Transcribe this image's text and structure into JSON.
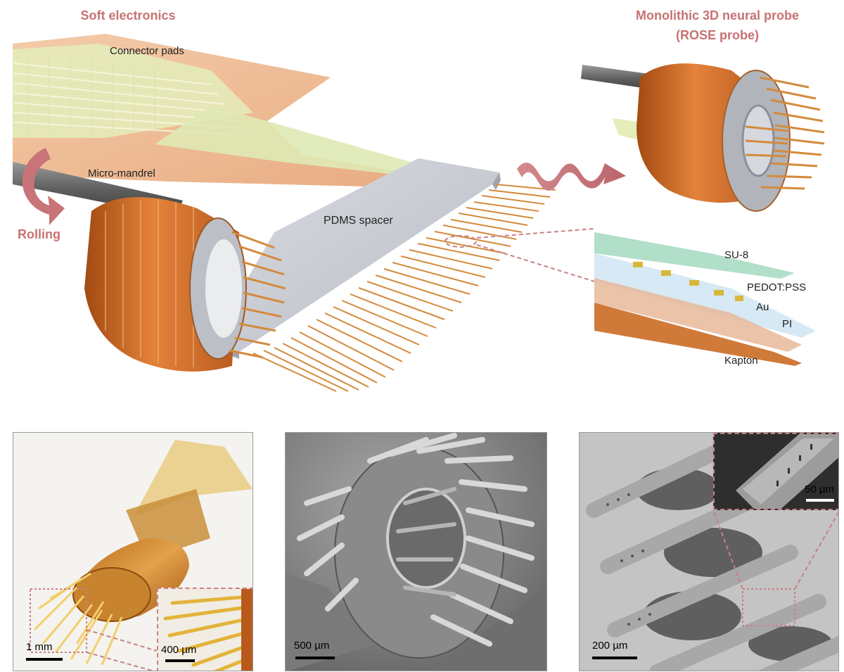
{
  "top": {
    "title_left": "Soft electronics",
    "title_right_line1": "Monolithic 3D neural probe",
    "title_right_line2": "(ROSE probe)",
    "connector_pads": "Connector pads",
    "micro_mandrel": "Micro-mandrel",
    "rolling": "Rolling",
    "pdms_spacer": "PDMS spacer",
    "layers": {
      "su8": "SU-8",
      "pedot": "PEDOT:PSS",
      "au": "Au",
      "pi": "PI",
      "kapton": "Kapton"
    }
  },
  "panels": {
    "photo": {
      "scale_main": "1 mm",
      "scale_inset": "400 µm"
    },
    "sem_mid": {
      "scale": "500 µm"
    },
    "sem_right": {
      "scale_main": "200 µm",
      "scale_inset": "50 µm"
    }
  },
  "colors": {
    "accent": "#c77272",
    "kapton": "#d98a4a",
    "trace": "#d8e8a6",
    "pdms": "#c9ccd3",
    "su8": "#a9dcc3"
  }
}
